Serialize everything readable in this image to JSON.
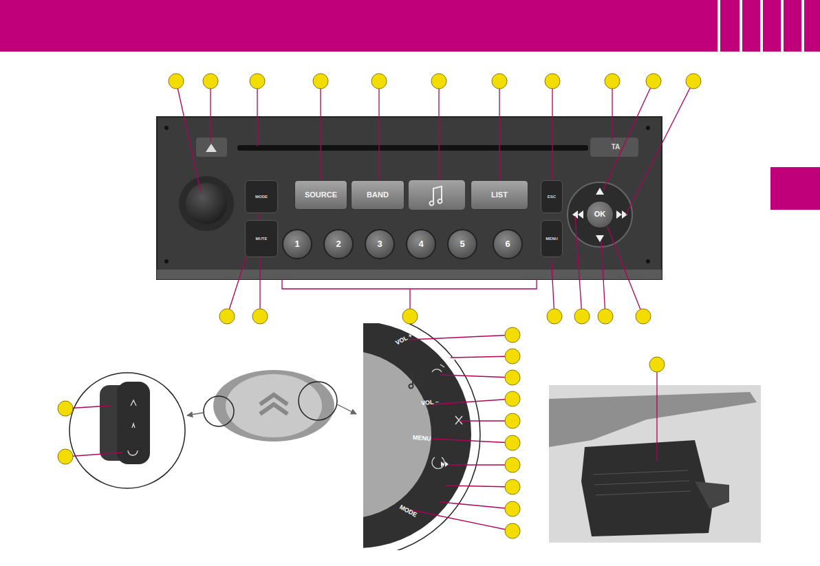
{
  "diagram": {
    "nodes": [
      {
        "text": [
          "TA"
        ]
      },
      {
        "text": [
          "MODE"
        ]
      },
      {
        "text": [
          "SOURCE"
        ]
      },
      {
        "text": [
          "BAND"
        ]
      },
      {
        "text": [
          "LIST"
        ]
      },
      {
        "text": [
          "ESC"
        ]
      },
      {
        "text": [
          "OK"
        ]
      },
      {
        "text": [
          "MUTE"
        ]
      },
      {
        "text": [
          "1"
        ]
      },
      {
        "text": [
          "2"
        ]
      },
      {
        "text": [
          "3"
        ]
      },
      {
        "text": [
          "4"
        ]
      },
      {
        "text": [
          "5"
        ]
      },
      {
        "text": [
          "6"
        ]
      },
      {
        "text": [
          "MENU"
        ]
      }
    ],
    "labels": [
      "VOL +",
      "VOL –",
      "MENU",
      "MODE"
    ]
  }
}
